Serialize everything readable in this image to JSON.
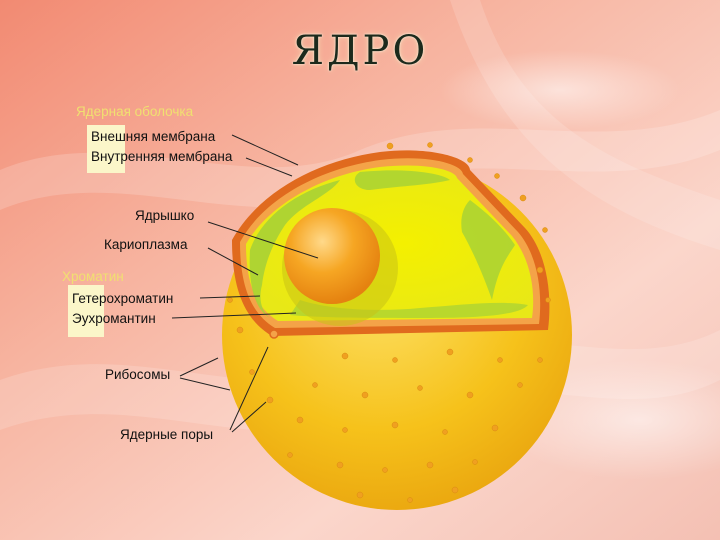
{
  "title": "ЯДРО",
  "colors": {
    "sphere": "#f6c21b",
    "section": "#eeea10",
    "membrane": "#e06a1e",
    "heterochromatin": "#a8d235",
    "nucleolus": "#f29a18",
    "ribosome": "#f0a020"
  },
  "groups": {
    "envelope": "Ядерная оболочка",
    "chromatin": "Хроматин"
  },
  "labels": {
    "outer_membrane": "Внешняя мембрана",
    "inner_membrane": "Внутренняя мембрана",
    "nucleolus": "Ядрышко",
    "karyoplasm": "Кариоплазма",
    "heterochromatin": "Гетерохроматин",
    "euchromatin": "Эухромантин",
    "ribosomes": "Рибосомы",
    "pores": "Ядерные поры"
  }
}
